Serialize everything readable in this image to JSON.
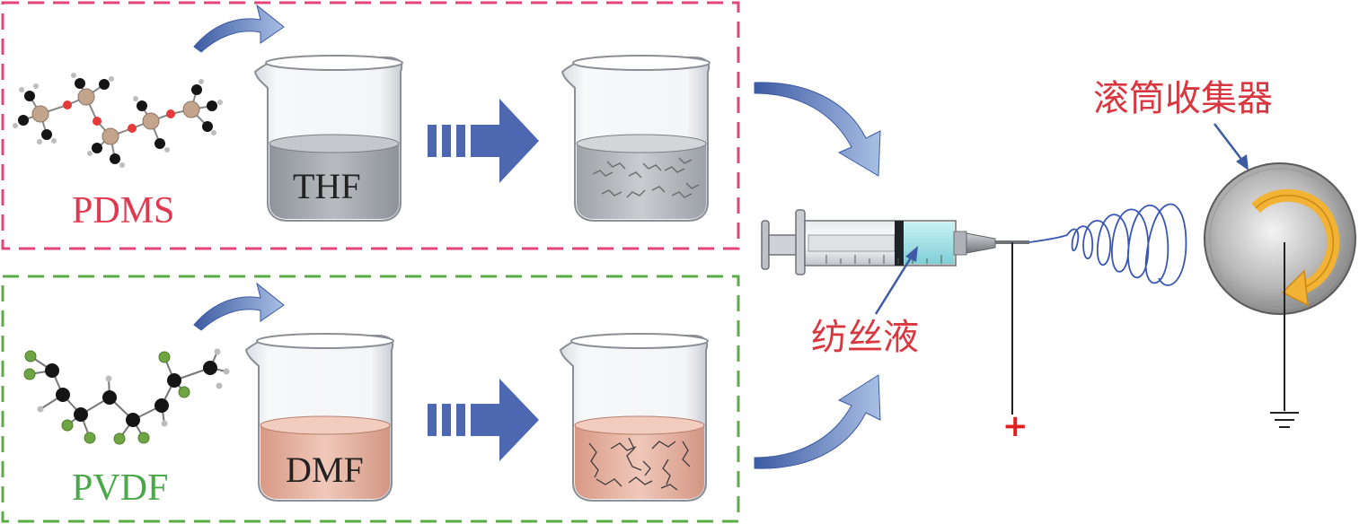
{
  "labels": {
    "pdms": "PDMS",
    "pvdf": "PVDF",
    "solvent_top": "THF",
    "solvent_bottom": "DMF",
    "spinning_solution": "纺丝液",
    "drum_collector": "滚筒收集器",
    "positive_terminal": "+"
  },
  "colors": {
    "pdms_box": "#e2457a",
    "pvdf_box": "#5aad45",
    "arrow_blue": "#4a65a8",
    "label_red": "#d8373f",
    "thf_liquid": "#a9adb3",
    "dmf_liquid": "#e6b4a3",
    "fiber": "#3a56b5",
    "rotation_arrow": "#f2b234"
  },
  "icons": [
    "pdms-molecule-icon",
    "pvdf-molecule-icon",
    "beaker-icon",
    "syringe-icon",
    "ground-icon",
    "drum-collector-icon"
  ]
}
